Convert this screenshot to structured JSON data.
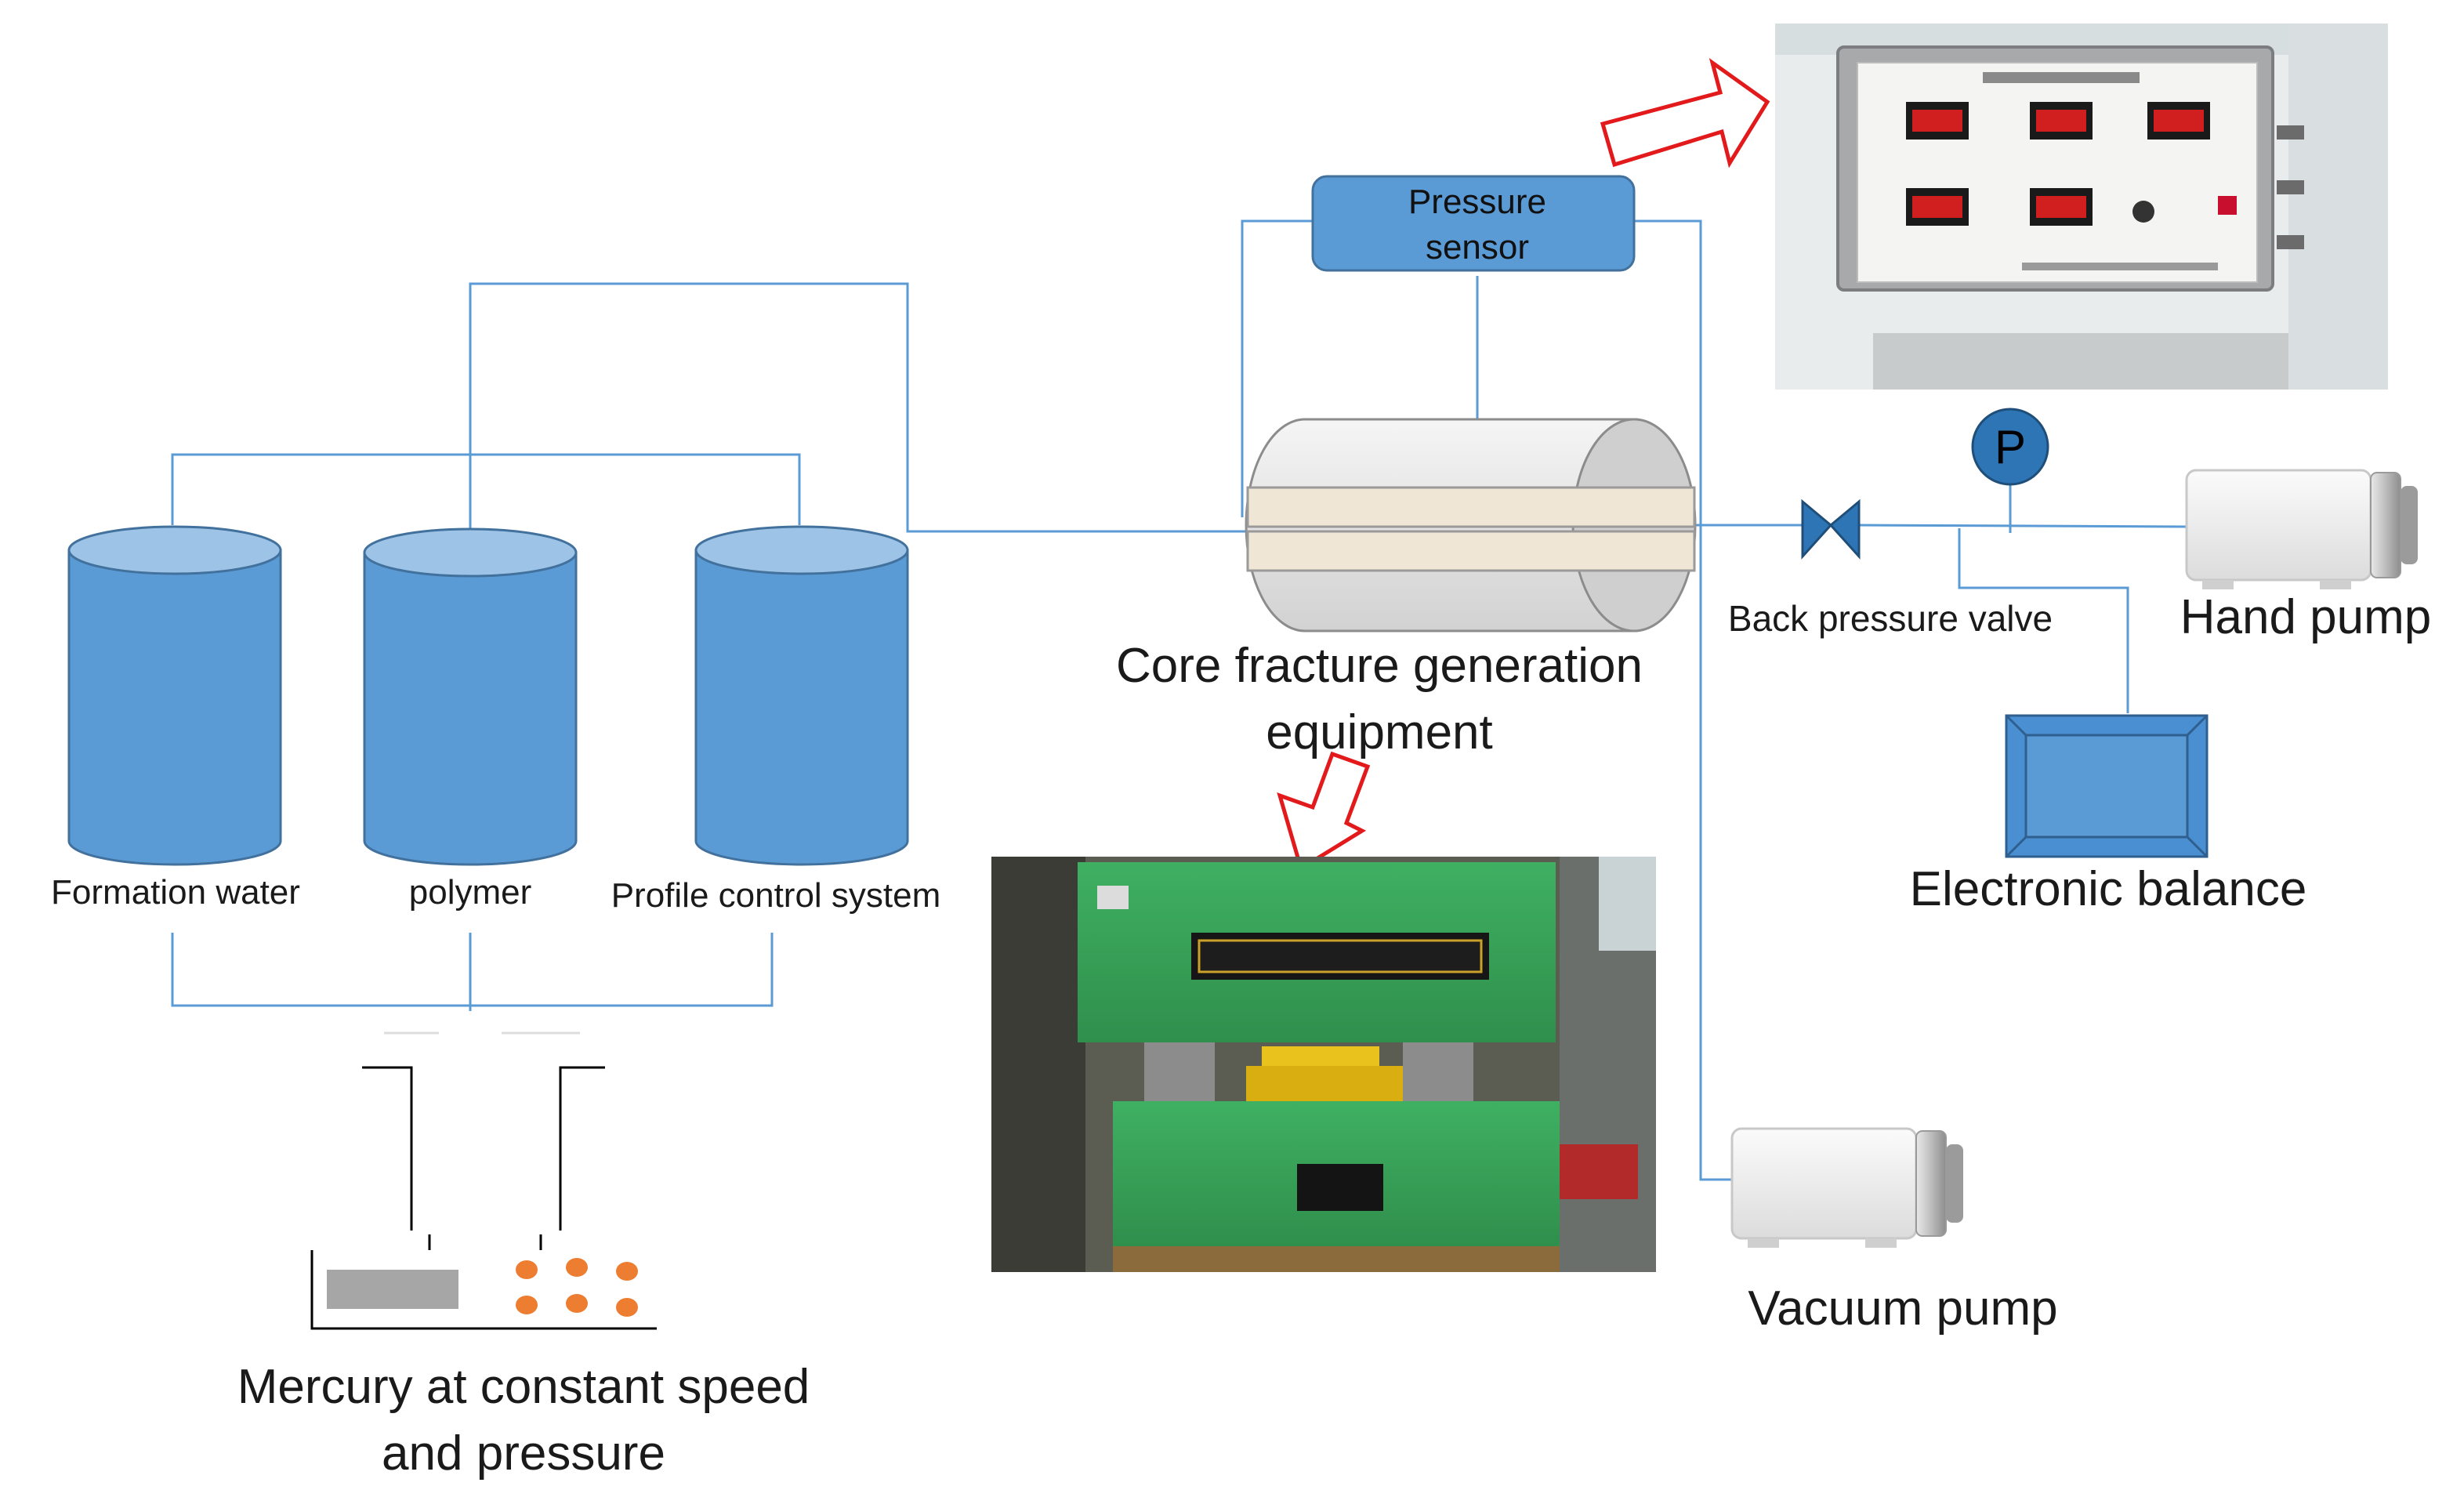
{
  "tanks": [
    {
      "label": "Formation water"
    },
    {
      "label": "polymer"
    },
    {
      "label": "Profile control system"
    }
  ],
  "pressure_sensor": {
    "line1": "Pressure",
    "line2": "sensor"
  },
  "core_equipment": {
    "line1": "Core fracture generation",
    "line2": "equipment"
  },
  "back_pressure_valve": {
    "label": "Back pressure valve"
  },
  "pressure_gauge": {
    "symbol": "P"
  },
  "hand_pump": {
    "label": "Hand pump"
  },
  "electronic_balance": {
    "label": "Electronic balance"
  },
  "vacuum_pump": {
    "label": "Vacuum pump"
  },
  "mercury": {
    "line1": "Mercury at constant speed",
    "line2": "and pressure"
  },
  "colors": {
    "tank_fill": "#5b9bd5",
    "tank_top": "#9dc3e6",
    "pipe": "#5b9bd5",
    "arrow_outline": "#e31a1c",
    "press_green": "#3aa55a",
    "balance_fill": "#4a8fd1",
    "mercury_dots": "#ed7d31"
  },
  "icons": {
    "photo_top": "control-panel-photo",
    "photo_bottom": "hydraulic-press-photo",
    "arrows": "hollow-red-arrow-icon"
  }
}
